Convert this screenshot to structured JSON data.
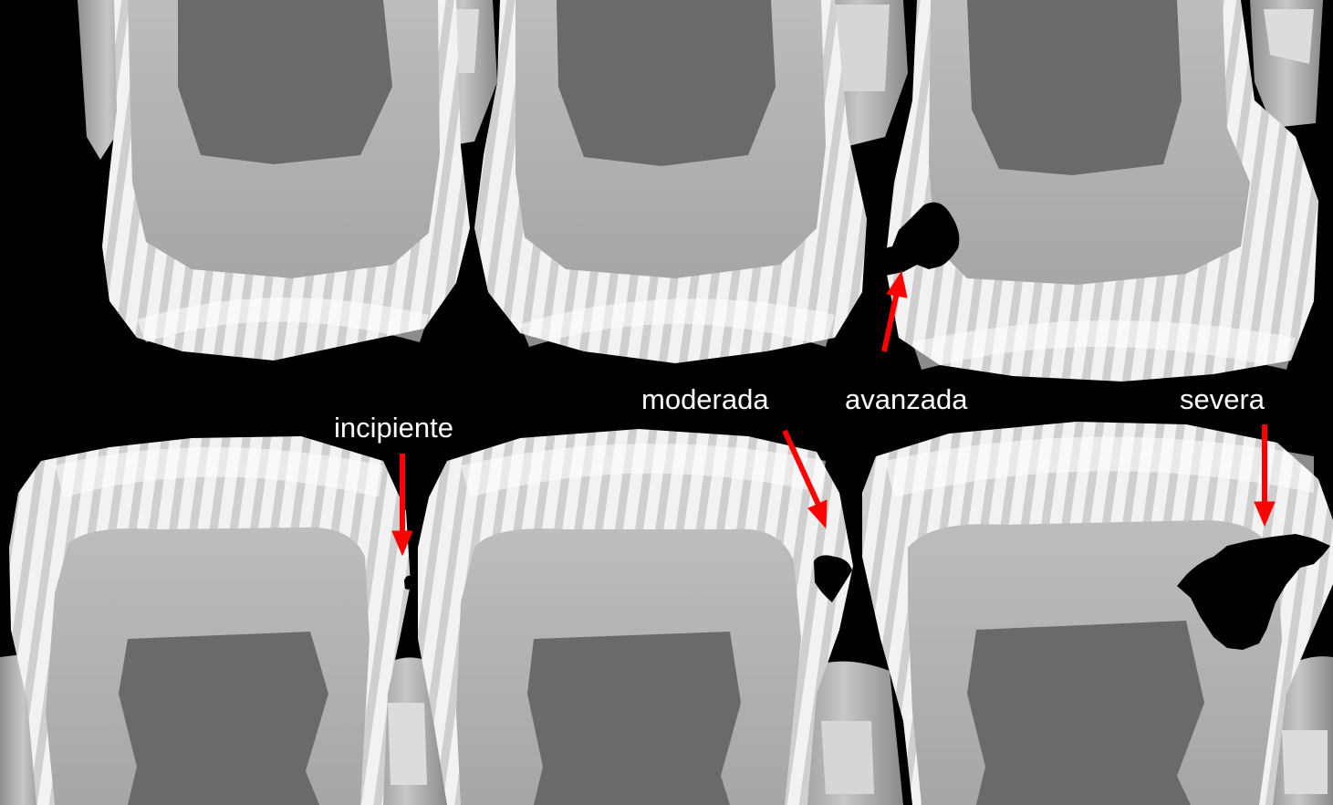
{
  "labels": {
    "incipiente": "incipiente",
    "moderada": "moderada",
    "avanzada": "avanzada",
    "severa": "severa"
  },
  "colors": {
    "background": "#000000",
    "arrow": "#ff0000",
    "lesion": "#000000",
    "label_text": "#ffffff"
  }
}
